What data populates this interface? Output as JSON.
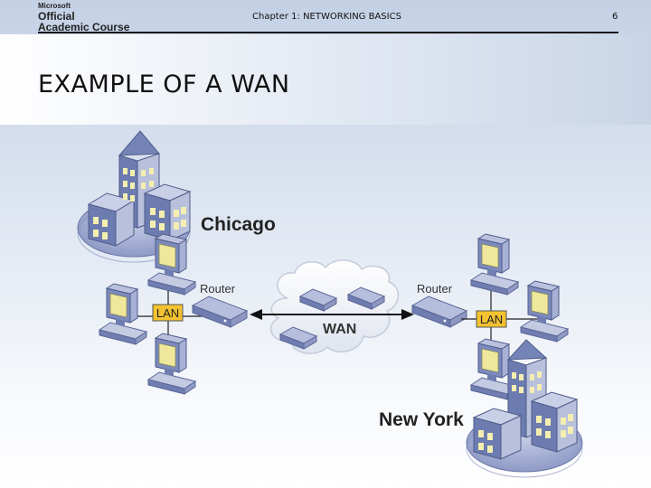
{
  "header": {
    "brand_line1": "Microsoft",
    "brand_line2": "Official",
    "brand_line3": "Academic Course",
    "chapter": "Chapter 1: NETWORKING BASICS",
    "page_number": "6"
  },
  "slide": {
    "title": "EXAMPLE OF A WAN"
  },
  "diagram": {
    "site_a": "Chicago",
    "site_b": "New York",
    "router_a": "Router",
    "router_b": "Router",
    "lan_a": "LAN",
    "lan_b": "LAN",
    "wan": "WAN",
    "colors": {
      "lan_box": "#f2c230",
      "building_front": "#6d7cb0",
      "building_side": "#b8c0dc",
      "window": "#f4efb0",
      "monitor_screen": "#efe89c",
      "device": "#7f8cb8",
      "cloud": "#ffffff"
    }
  }
}
